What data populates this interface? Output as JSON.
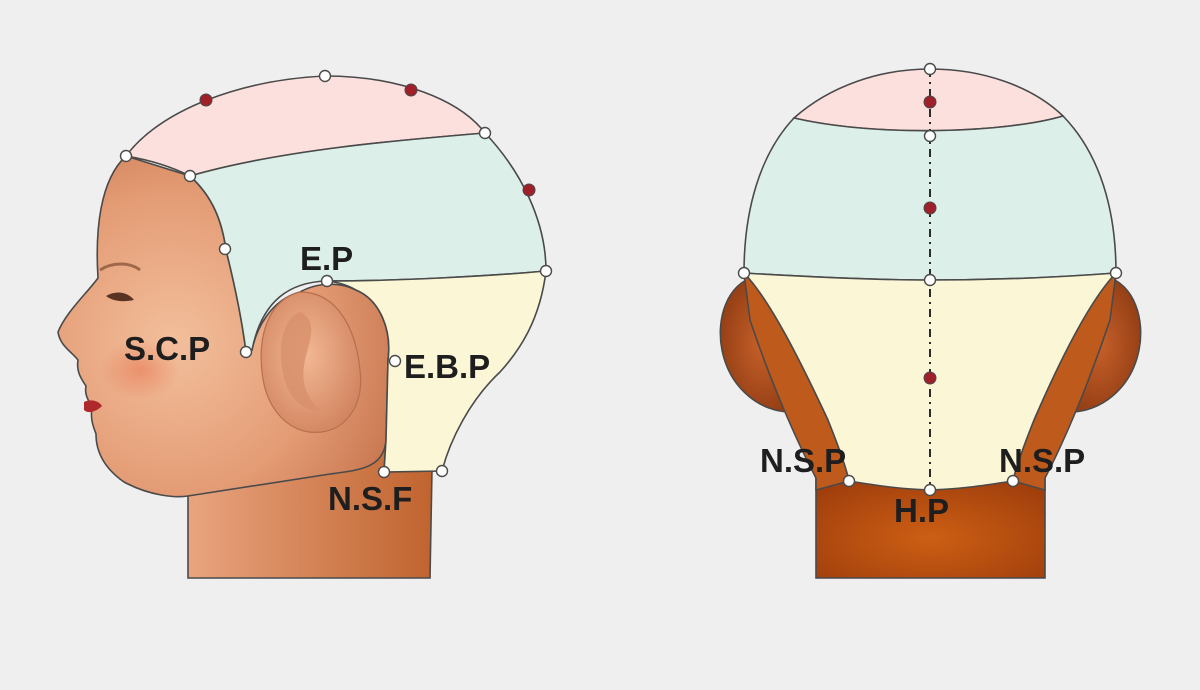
{
  "labels": {
    "side_ep": "E.P",
    "side_scp": "S.C.P",
    "side_ebp": "E.B.P",
    "side_nsf": "N.S.F",
    "back_nsp_left": "N.S.P",
    "back_nsp_right": "N.S.P",
    "back_hp": "H.P"
  },
  "colors": {
    "background": "#efefef",
    "top_zone": "#fbe0dd",
    "middle_zone": "#dcefe9",
    "lower_zone": "#fbf6d5",
    "skin": "#e8a07e",
    "neck_back": "#b84c12",
    "landmark_point": "#ffffff",
    "red_point": "#a0202a"
  },
  "icons": {
    "side_view": "head-side-profile",
    "back_view": "head-back-view"
  }
}
